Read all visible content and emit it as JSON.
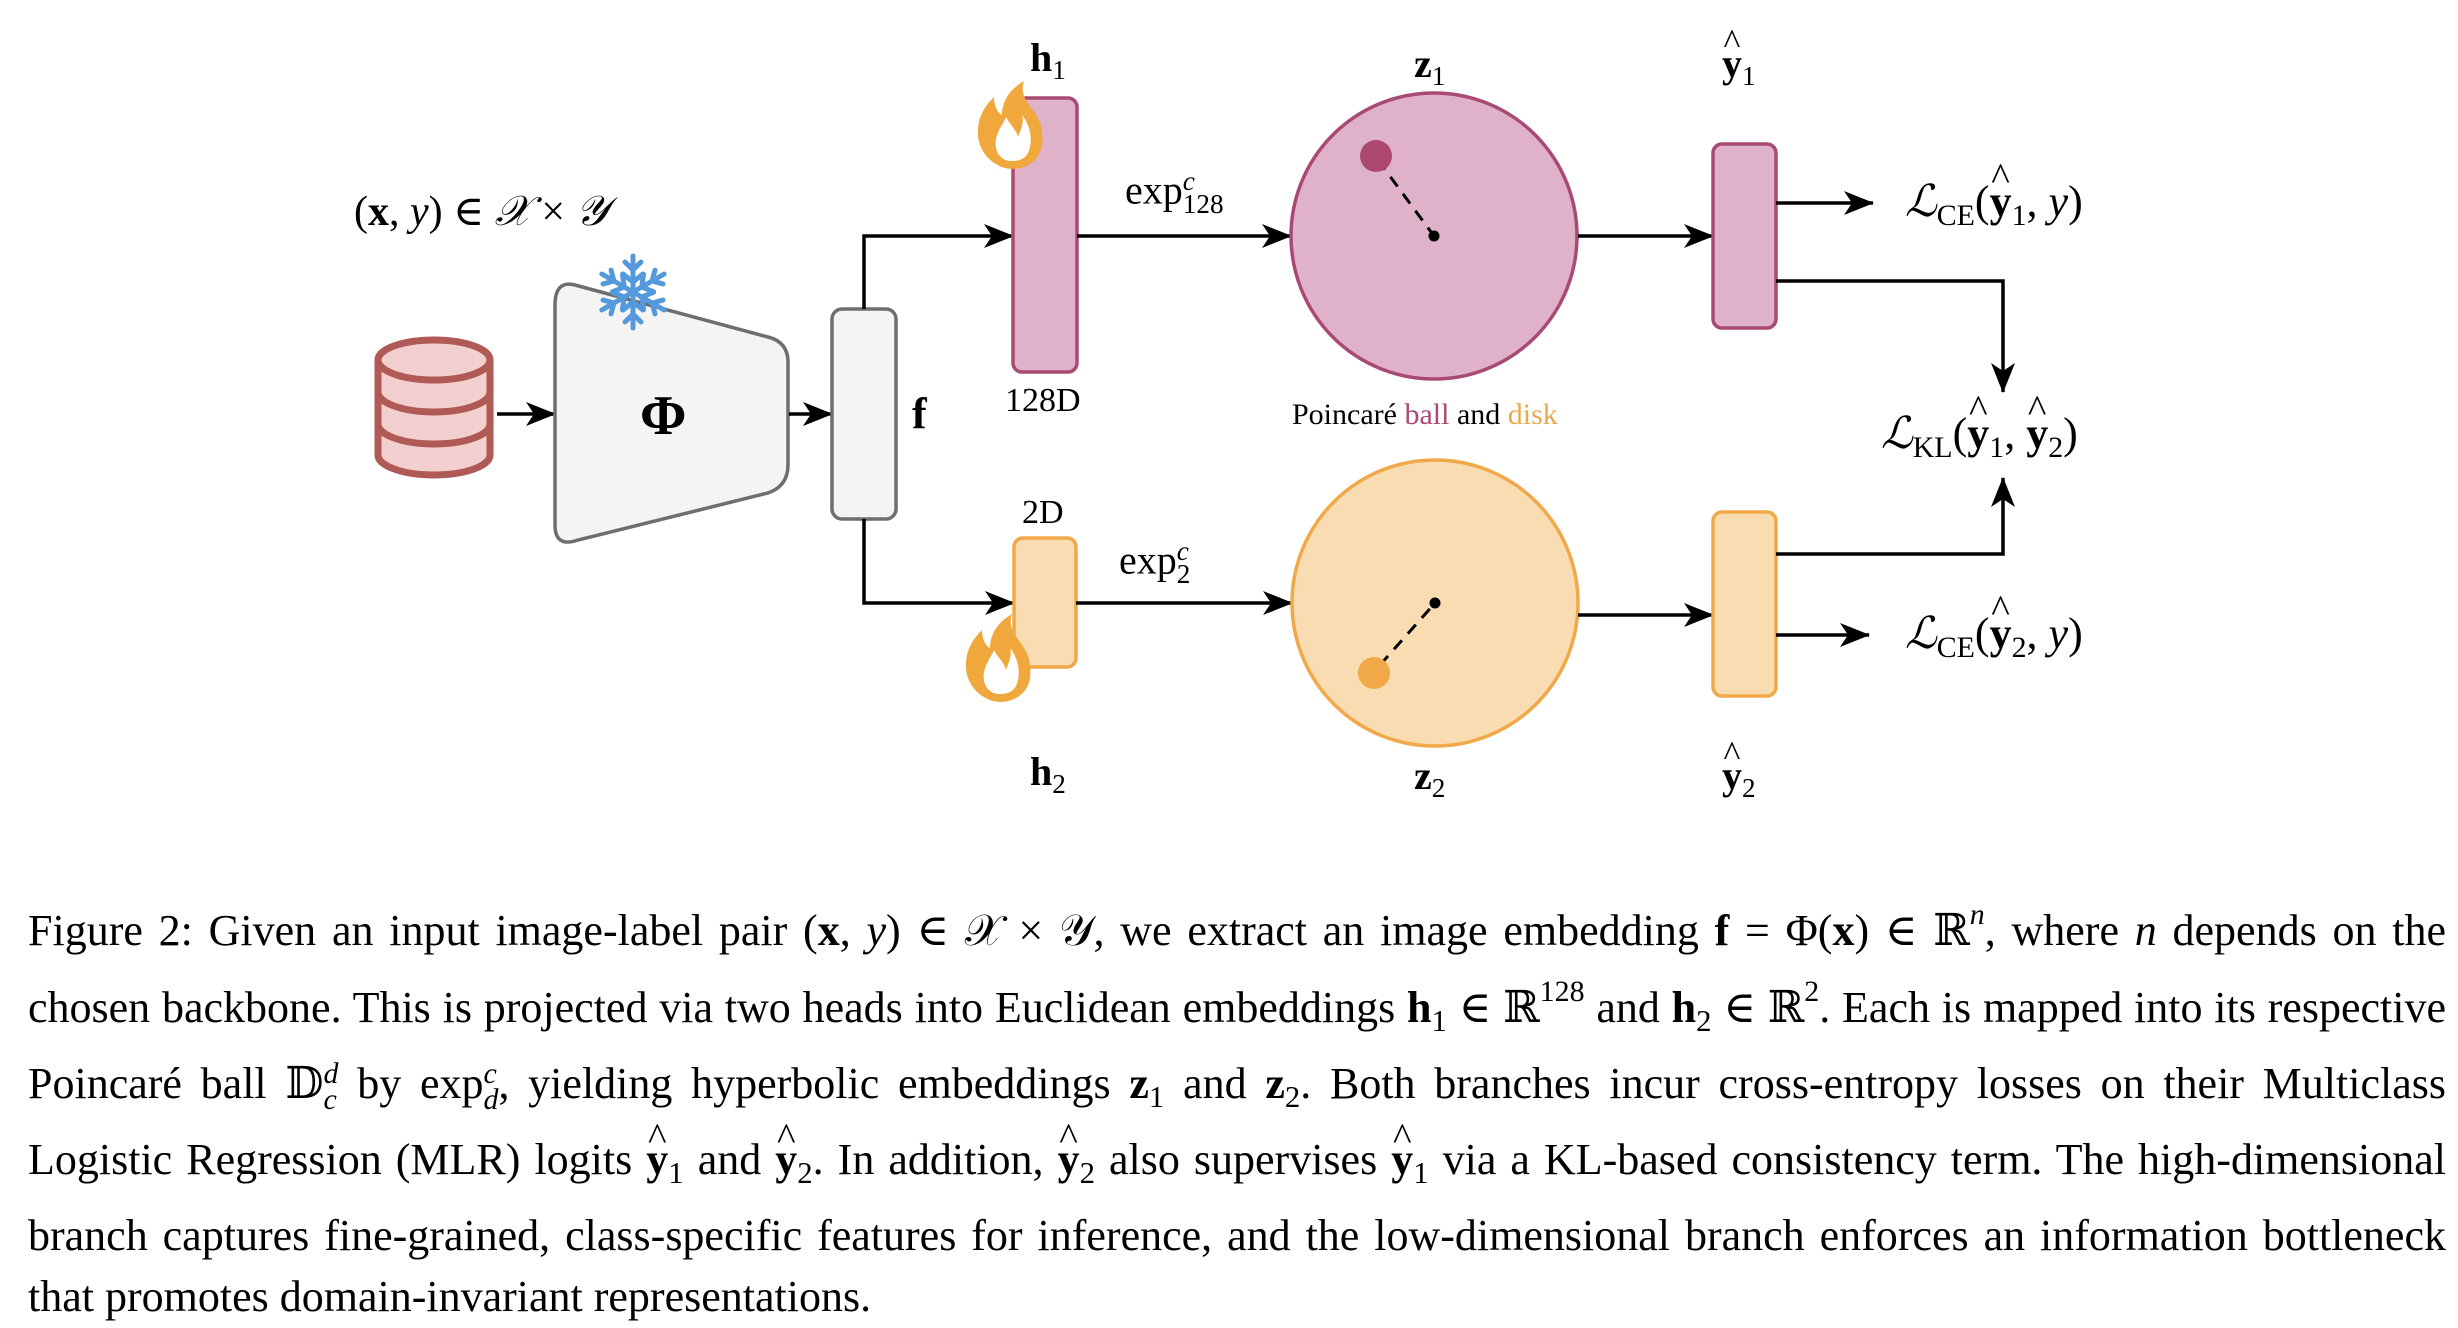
{
  "figure": {
    "input": {
      "pair_open": "(",
      "x": "x",
      "comma_y": ", ",
      "y": "y",
      "in_rel": ") ∈ ",
      "X": "𝒳",
      "times": " × ",
      "Y": "𝒴"
    },
    "backbone": {
      "symbol": "Φ",
      "state": "frozen",
      "state_icon": "snowflake-icon"
    },
    "feature": {
      "symbol": "f"
    },
    "high_branch": {
      "head_label": "h",
      "head_index": "1",
      "head_dim": "128D",
      "head_state_icon": "flame-icon",
      "exp_base": "exp",
      "exp_sup": "c",
      "exp_sub": "128",
      "ball_label": "z",
      "ball_index": "1",
      "logit_label": "y",
      "logit_index": "1",
      "ce_loss": {
        "L": "ℒ",
        "sub": "CE",
        "open": "(",
        "yhat": "y",
        "idx": "1",
        "rest": ", ",
        "target": "y",
        "close": ")"
      },
      "color_fill": "#dfb2c9",
      "color_stroke": "#a84a73"
    },
    "low_branch": {
      "head_label": "h",
      "head_index": "2",
      "head_dim": "2D",
      "head_state_icon": "flame-icon",
      "exp_base": "exp",
      "exp_sup": "c",
      "exp_sub": "2",
      "ball_label": "z",
      "ball_index": "2",
      "logit_label": "y",
      "logit_index": "2",
      "ce_loss": {
        "L": "ℒ",
        "sub": "CE",
        "open": "(",
        "yhat": "y",
        "idx": "2",
        "rest": ", ",
        "target": "y",
        "close": ")"
      },
      "color_fill": "#f9dcb1",
      "color_stroke": "#f0a848"
    },
    "kl_loss": {
      "L": "ℒ",
      "sub": "KL",
      "open": "(",
      "y1": "y",
      "i1": "1",
      "comma": ", ",
      "y2": "y",
      "i2": "2",
      "close": ")"
    },
    "poincare_note": {
      "part1": "Poincaré ",
      "ball": "ball",
      "part2": " and ",
      "disk": "disk"
    },
    "colors": {
      "database_fill": "#f4cfcf",
      "database_stroke": "#b05a55",
      "backbone_fill": "#f4f4f4",
      "backbone_stroke": "#6e6e6e",
      "snowflake": "#5599dd",
      "flame": "#f0a83c",
      "ball_word": "#a84a73",
      "disk_word": "#e9a94e"
    }
  },
  "caption": {
    "figure_label": "Figure 2:",
    "s1a": " Given an input image-label pair (",
    "s1x": "x",
    "s1b": ", ",
    "s1y": "y",
    "s1c": ") ∈ 𝒳 × 𝒴, we extract an image embedding ",
    "s1f": "f",
    "s1d": " = Φ(",
    "s1x2": "x",
    "s1e": ") ∈ ℝ",
    "s1n": "n",
    "s1g": ", where ",
    "s1n2": "n",
    "s2": " depends on the chosen backbone.  This is projected via two heads into Euclidean embeddings ",
    "h": "h",
    "one": "1",
    "two": "2",
    "in_R": " ∈ ℝ",
    "sup128": "128",
    "and": " and ",
    "sup2": "2",
    "s3": ". Each is mapped into its respective Poincaré ball 𝔻",
    "D_sup": "d",
    "D_sub": "c",
    "s3b": " by exp",
    "exp_sup": "c",
    "exp_sub": "d",
    "s3c": ", yielding hyperbolic embeddings ",
    "z": "z",
    "s4": ".  Both branches incur cross-entropy losses on their Multiclass Logistic Regression (MLR) logits ",
    "y": "y",
    "s5": ".  In addition, ",
    "s5b": " also supervises ",
    "s5c": " via a KL-based consistency term.  The high-dimensional branch captures fine-grained, class-specific features for inference, and the low-dimensional branch enforces an information bottleneck that promotes domain-invariant representations."
  }
}
